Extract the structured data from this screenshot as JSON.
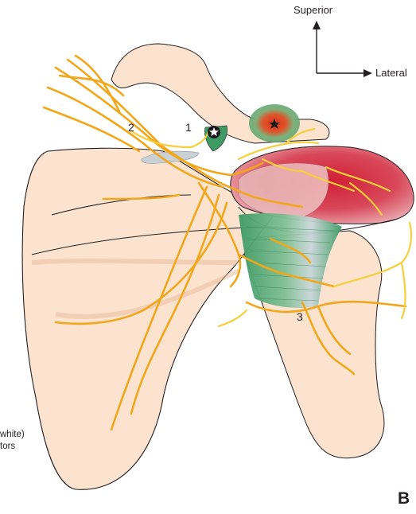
{
  "orientation": {
    "superior": "Superior",
    "lateral": "Lateral"
  },
  "labels": {
    "one": "1",
    "two": "2",
    "three": "3"
  },
  "edge_text": {
    "line1": "white)",
    "line2": "tors"
  },
  "panel_letter": "B",
  "markers": {
    "acromion_marker_icon": "star-icon",
    "coracoid_marker_icon": "star-icon"
  },
  "colors": {
    "bone": "#fbe3d0",
    "bone_outline": "#231f20",
    "nerve": "#f2a71b",
    "nerve_light": "#f6e38a",
    "muscle_green": "#3f9b63",
    "muscle_red": "#cf2a3a",
    "ligament_grey": "#c9d0d6"
  }
}
